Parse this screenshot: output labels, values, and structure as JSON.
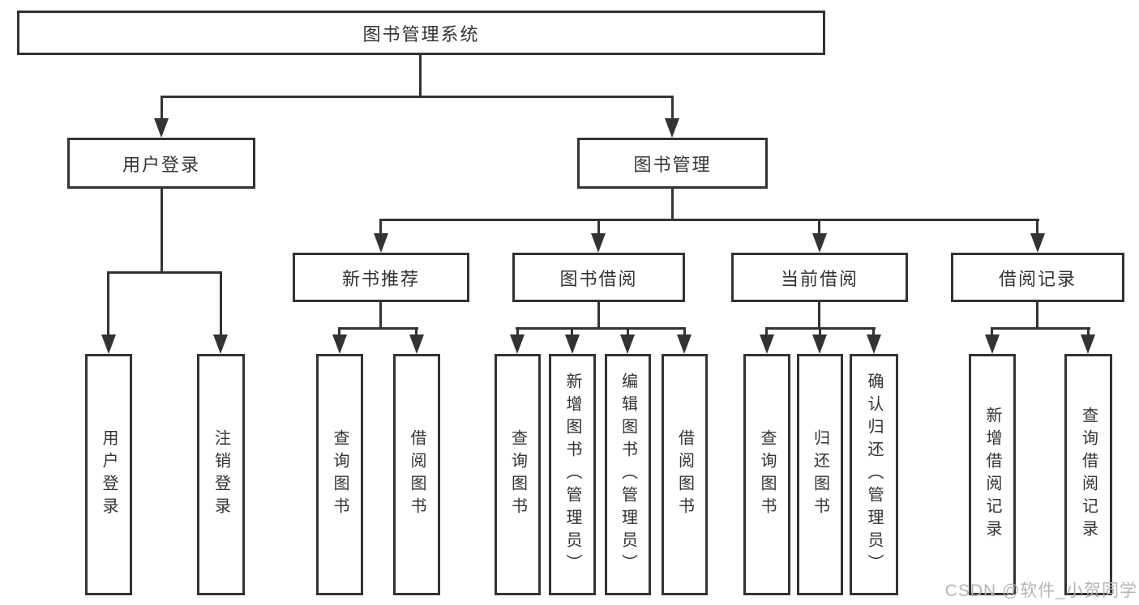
{
  "diagram": {
    "root": "图书管理系统",
    "branches": {
      "user_login": {
        "label": "用户登录",
        "children": {
          "login": "用户登录",
          "logout": "注销登录"
        }
      },
      "book_mgmt": {
        "label": "图书管理",
        "sections": {
          "new_book": {
            "label": "新书推荐",
            "children": {
              "query": "查询图书",
              "borrow": "借阅图书"
            }
          },
          "borrowing": {
            "label": "图书借阅",
            "children": {
              "query": "查询图书",
              "add": "新增图书（管理员）",
              "edit": "编辑图书（管理员）",
              "borrow": "借阅图书"
            }
          },
          "current": {
            "label": "当前借阅",
            "children": {
              "query": "查询图书",
              "return": "归还图书",
              "confirm": "确认归还（管理员）"
            }
          },
          "records": {
            "label": "借阅记录",
            "children": {
              "add": "新增借阅记录",
              "query": "查询借阅记录"
            }
          }
        }
      }
    }
  },
  "watermark": "CSDN @软件_小贺同学",
  "colors": {
    "line": "#333333",
    "text": "#333333",
    "watermark": "#b5b5b5",
    "background": "#ffffff"
  }
}
